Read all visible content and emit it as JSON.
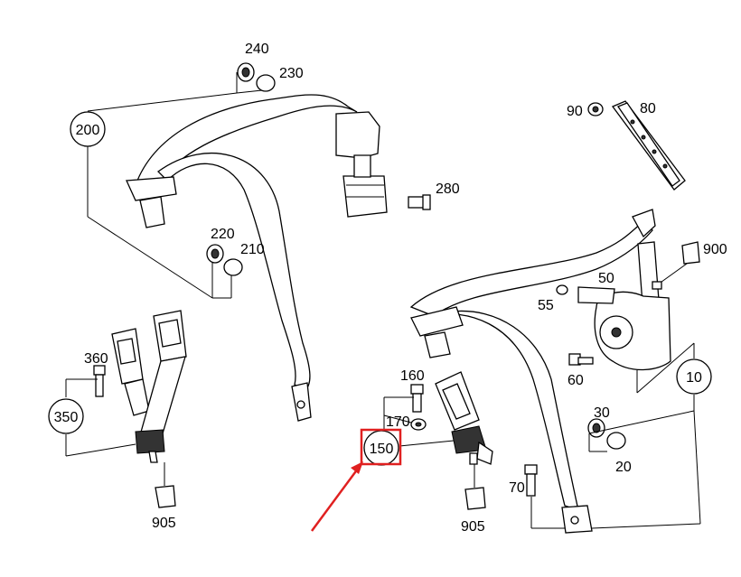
{
  "callouts": {
    "c200": "200",
    "c240": "240",
    "c230": "230",
    "c280": "280",
    "c220": "220",
    "c210": "210",
    "c360": "360",
    "c350": "350",
    "c905a": "905",
    "c90": "90",
    "c80": "80",
    "c900": "900",
    "c50": "50",
    "c55": "55",
    "c60": "60",
    "c10": "10",
    "c160": "160",
    "c170": "170",
    "c150": "150",
    "c30": "30",
    "c20": "20",
    "c70": "70",
    "c905b": "905"
  },
  "colors": {
    "highlight": "#e02020",
    "ink": "#000000",
    "background": "#ffffff"
  }
}
